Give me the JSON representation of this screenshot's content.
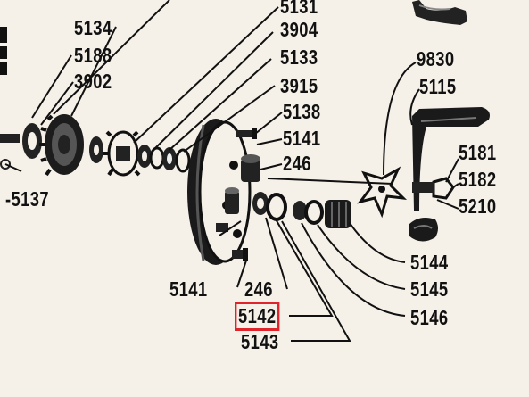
{
  "diagram": {
    "labels": {
      "l5131": "5131",
      "l5134": "5134",
      "l3904": "3904",
      "l5188": "5188",
      "l5133": "5133",
      "l3902": "3902",
      "l3915": "3915",
      "l9830": "9830",
      "l5115": "5115",
      "l5138": "5138",
      "l5141a": "5141",
      "l5181": "5181",
      "l246a": "246",
      "l5182": "5182",
      "l5137": "-5137",
      "l5210": "5210",
      "l5144": "5144",
      "l5141b": "5141",
      "l246b": "246",
      "l5145": "5145",
      "l5142": "5142",
      "l5146": "5146",
      "l5143": "5143"
    },
    "highlight_color": "#e0242c"
  }
}
